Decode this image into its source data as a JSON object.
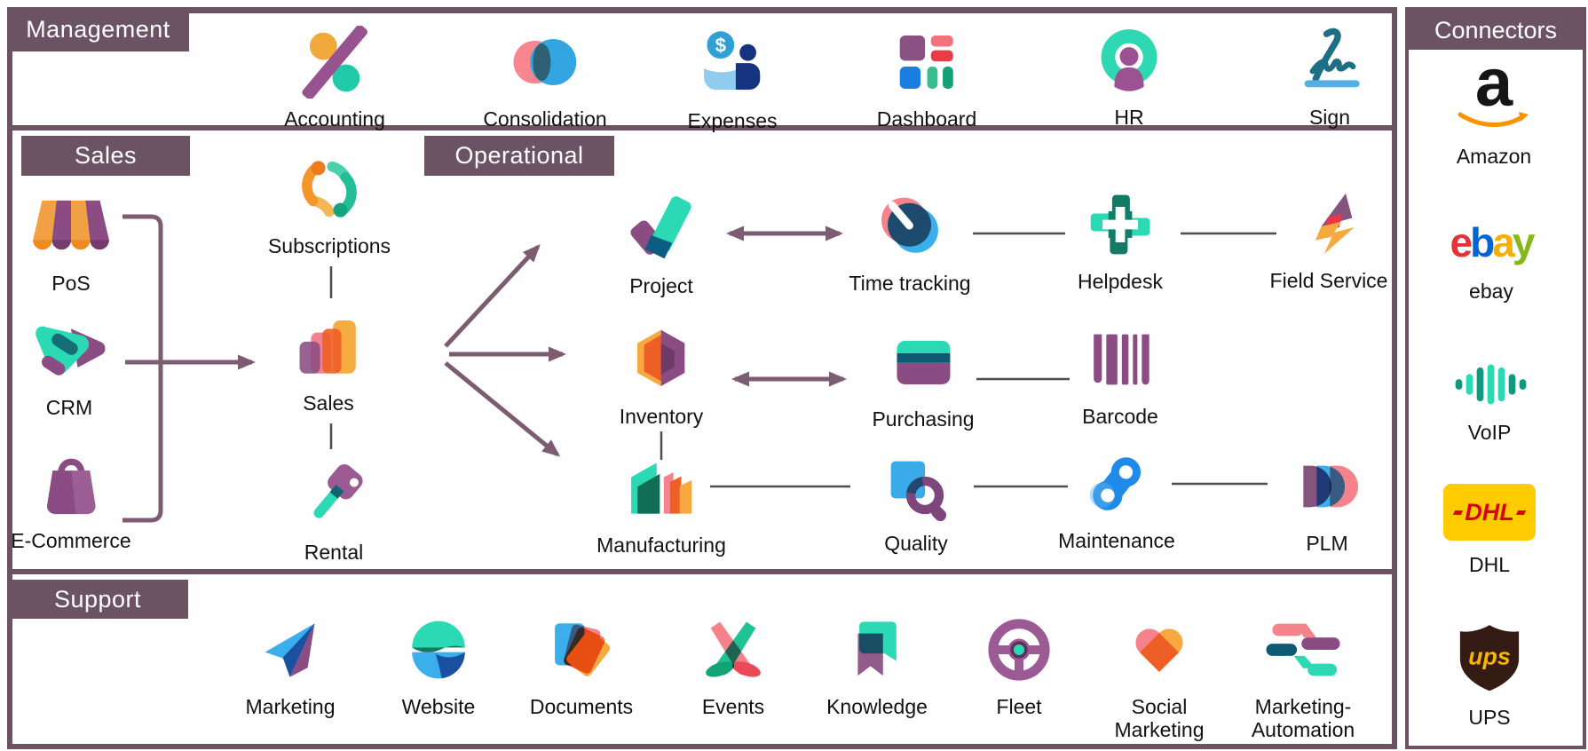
{
  "sections": {
    "management": "Management",
    "sales": "Sales",
    "operational": "Operational",
    "support": "Support",
    "connectors": "Connectors"
  },
  "apps": {
    "accounting": "Accounting",
    "consolidation": "Consolidation",
    "expenses": "Expenses",
    "dashboard": "Dashboard",
    "hr": "HR",
    "sign": "Sign",
    "pos": "PoS",
    "crm": "CRM",
    "ecommerce": "E-Commerce",
    "subscriptions": "Subscriptions",
    "sales": "Sales",
    "rental": "Rental",
    "project": "Project",
    "time_tracking": "Time tracking",
    "helpdesk": "Helpdesk",
    "field_service": "Field Service",
    "inventory": "Inventory",
    "purchasing": "Purchasing",
    "barcode": "Barcode",
    "manufacturing": "Manufacturing",
    "quality": "Quality",
    "maintenance": "Maintenance",
    "plm": "PLM",
    "marketing": "Marketing",
    "website": "Website",
    "documents": "Documents",
    "events": "Events",
    "knowledge": "Knowledge",
    "fleet": "Fleet",
    "social_marketing": "Social Marketing",
    "marketing_automation": "Marketing-Automation"
  },
  "connector_apps": {
    "amazon": "Amazon",
    "ebay": "ebay",
    "voip": "VoIP",
    "dhl": "DHL",
    "ups": "UPS"
  },
  "logos": {
    "amazon_letter": "a",
    "ebay_letters": [
      "e",
      "b",
      "a",
      "y"
    ],
    "dhl_text": "DHL",
    "ups_text": "ups",
    "expenses_dollar": "$"
  },
  "colors": {
    "section_purple": "#6b5364",
    "arrow_purple": "#7b5c70",
    "line_gray": "#4d4d4d",
    "odoo_teal": "#2bd9b4",
    "odoo_plum": "#8a4c82",
    "odoo_amber": "#f5a93f",
    "odoo_orange": "#ee5f26",
    "odoo_pink": "#f4838c",
    "odoo_blue": "#3bafec",
    "odoo_navy": "#1b4fa0",
    "amazon_orange": "#f79400",
    "ebay_red": "#e53238",
    "ebay_blue": "#0064d2",
    "ebay_yellow": "#f5af02",
    "ebay_green": "#86b817",
    "dhl_yellow": "#fecc00",
    "dhl_red": "#d40511",
    "ups_brown": "#341b14",
    "ups_gold": "#f7b500"
  }
}
